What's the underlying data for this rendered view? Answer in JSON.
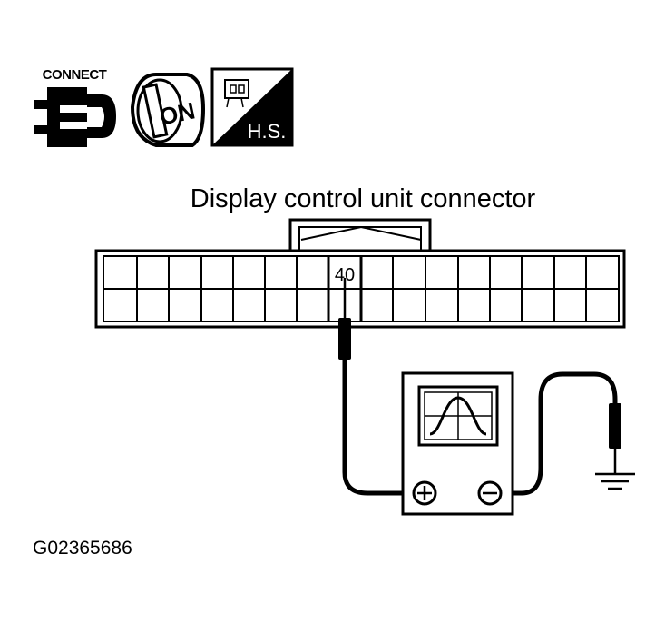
{
  "icons": {
    "connect_label": "CONNECT",
    "ignition_label": "ON",
    "harness_label": "H.S."
  },
  "connector": {
    "title": "Display control unit connector",
    "terminal_label": "40"
  },
  "figure_id": "G02365686",
  "colors": {
    "ink": "#000000",
    "background": "#ffffff"
  }
}
